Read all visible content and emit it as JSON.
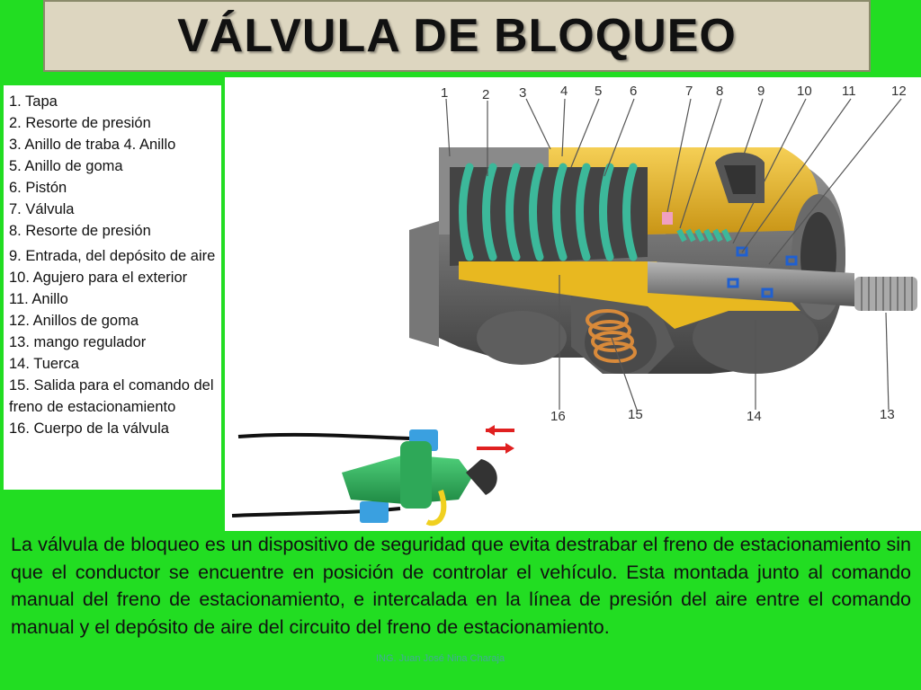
{
  "title": "VÁLVULA DE BLOQUEO",
  "legend": [
    "1. Tapa",
    "2. Resorte de presión",
    "3. Anillo de traba 4. Anillo",
    "5. Anillo de goma",
    "6. Pistón",
    "7. Válvula",
    "8. Resorte de presión",
    "9. Entrada, del depósito de aire",
    "10. Agujero para el exterior",
    "11. Anillo",
    "12. Anillos de goma",
    "13. mango regulador",
    "14. Tuerca",
    "15. Salida para el comando del freno de estacionamiento",
    "16. Cuerpo de la válvula"
  ],
  "diagram": {
    "labels_top": [
      "1",
      "2",
      "3",
      "4",
      "5",
      "6",
      "7",
      "8",
      "9",
      "10",
      "11",
      "12"
    ],
    "labels_bottom": [
      "16",
      "15",
      "14",
      "13"
    ]
  },
  "description": "La válvula de bloqueo es un dispositivo de seguridad que evita destrabar el freno de estacionamiento sin que el conductor se encuentre en posición de controlar el vehículo. Esta montada junto al comando manual del freno de estacionamiento, e intercalada en la línea de presión del aire entre el comando manual y el depósito de aire del circuito del freno de estacionamiento.",
  "footer": "ING. Juan José Nina Charaja",
  "colors": {
    "background": "#22dd22",
    "title_box": "#ddd6c0",
    "spring": "#3cb89a",
    "brass": "#e8b820",
    "arrow": "#e02020"
  }
}
